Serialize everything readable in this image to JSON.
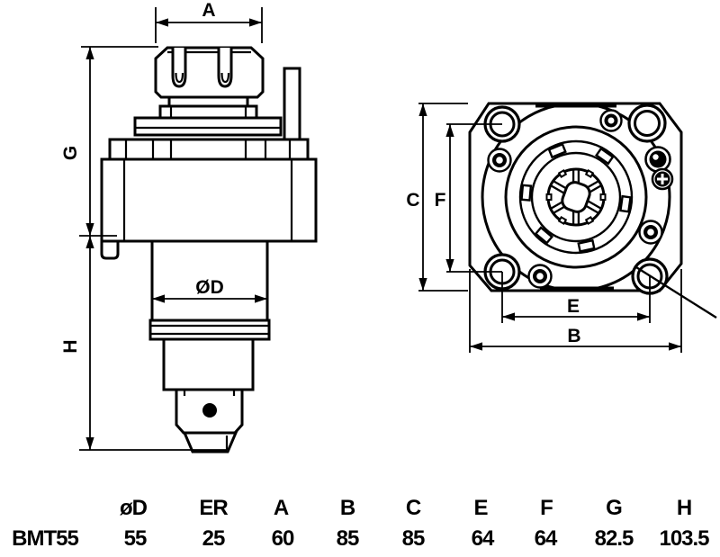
{
  "drawing": {
    "side_view_labels": {
      "a": "A",
      "g": "G",
      "h": "H",
      "diameter": "ØD"
    },
    "front_view_labels": {
      "c": "C",
      "f": "F",
      "e": "E",
      "b": "B"
    }
  },
  "table": {
    "row_label": "BMT55",
    "columns": [
      "øD",
      "ER",
      "A",
      "B",
      "C",
      "E",
      "F",
      "G",
      "H"
    ],
    "values": [
      "55",
      "25",
      "60",
      "85",
      "85",
      "64",
      "64",
      "82.5",
      "103.5"
    ]
  },
  "colors": {
    "line": "#000000",
    "background": "#ffffff"
  }
}
